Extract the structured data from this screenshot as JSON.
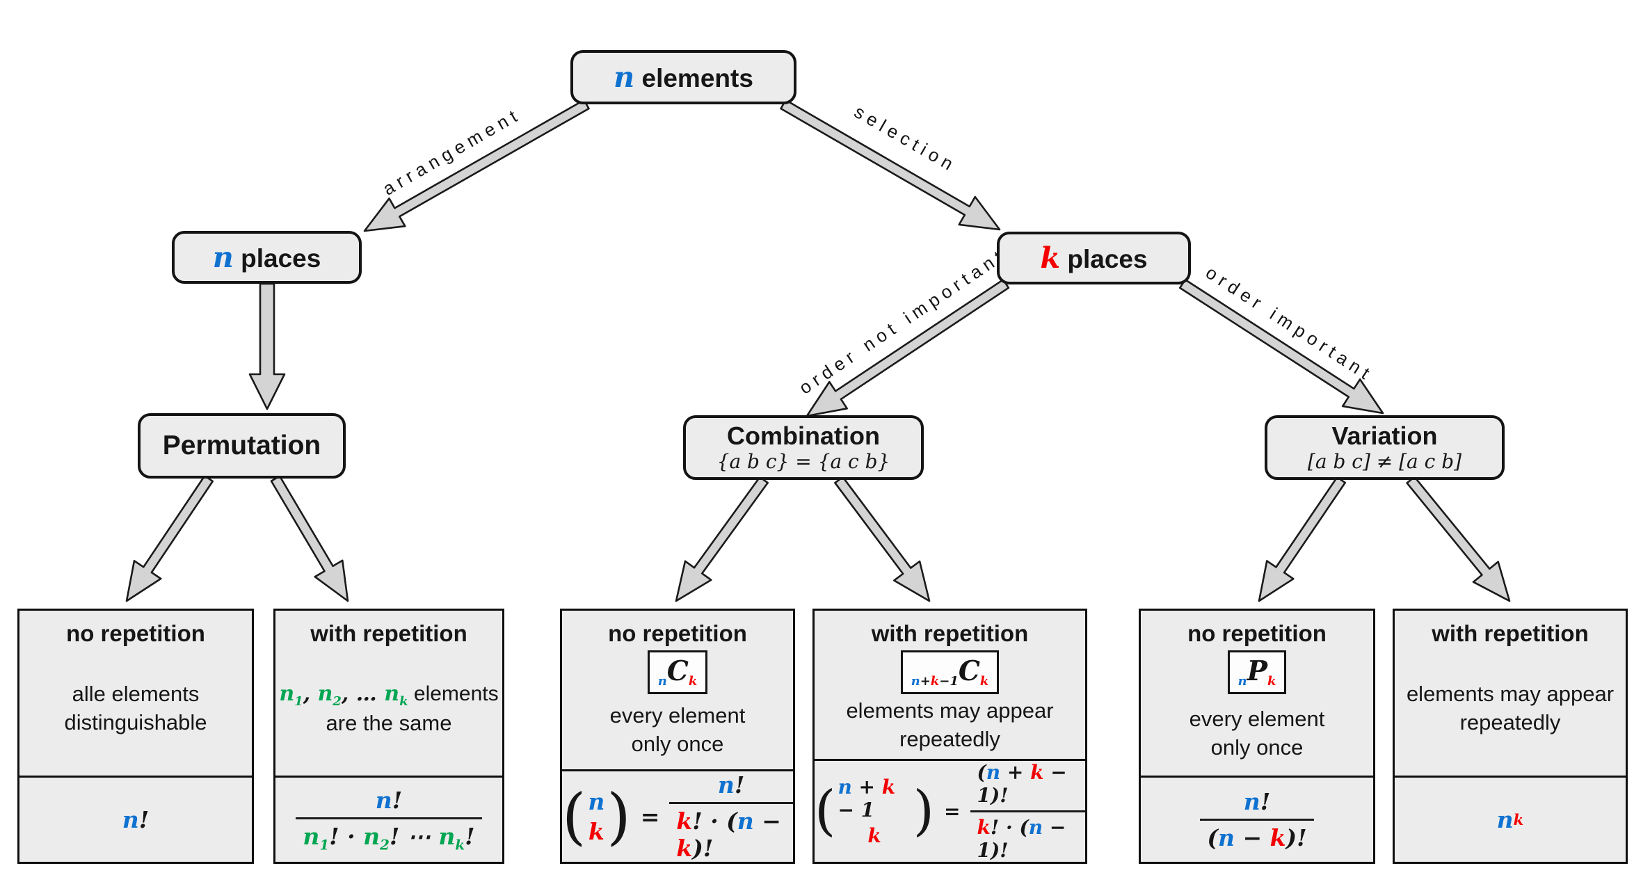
{
  "colors": {
    "accent_blue": "#0f72d0",
    "accent_red": "#f40000",
    "accent_green": "#00a651",
    "node_fill": "#ececec",
    "arrow_fill": "#d4d4d4"
  },
  "nodes": {
    "root": {
      "var": "n",
      "rest": " elements"
    },
    "n_places": {
      "var": "n",
      "rest": " places"
    },
    "k_places": {
      "var": "k",
      "rest": " places"
    },
    "permutation": {
      "title": "Permutation"
    },
    "combination": {
      "title": "Combination",
      "subtitle": "{a b c} = {a c b}"
    },
    "variation": {
      "title": "Variation",
      "subtitle": "[a b c] ≠ [a c b]"
    }
  },
  "edge_labels": {
    "arrangement": "arrangement",
    "selection": "selection",
    "order_not_important": "order not important",
    "order_important": "order important"
  },
  "leaves": [
    {
      "header": "no repetition",
      "body1": "alle elements",
      "body2": "distinguishable",
      "formula": [
        [
          "n",
          "blue"
        ],
        [
          "!",
          "black"
        ]
      ]
    },
    {
      "header": "with repetition",
      "body1_tokens": [
        [
          "n",
          "green"
        ],
        [
          "1",
          "green",
          "sub"
        ],
        [
          ", ",
          "black"
        ],
        [
          "n",
          "green"
        ],
        [
          "2",
          "green",
          "sub"
        ],
        [
          ", … ",
          "black"
        ],
        [
          "n",
          "green"
        ],
        [
          "k",
          "green",
          "sub"
        ],
        [
          " elements",
          null,
          "txt"
        ]
      ],
      "body2": "are the same",
      "frac": {
        "num": [
          [
            "n",
            "blue"
          ],
          [
            "!",
            "black"
          ]
        ],
        "den": [
          [
            "n",
            "green"
          ],
          [
            "1",
            "green",
            "sub"
          ],
          [
            "! · ",
            "black"
          ],
          [
            "n",
            "green"
          ],
          [
            "2",
            "green",
            "sub"
          ],
          [
            "! ⋯ ",
            "black"
          ],
          [
            "n",
            "green"
          ],
          [
            "k",
            "green",
            "sub"
          ],
          [
            "!",
            "black"
          ]
        ]
      }
    },
    {
      "header": "no repetition",
      "badge": [
        [
          "n",
          "blue",
          "sub"
        ],
        [
          "C",
          "black",
          "big"
        ],
        [
          "k",
          "red",
          "sub"
        ]
      ],
      "body1": "every element",
      "body2": "only once",
      "binom": {
        "top": [
          [
            "n",
            "blue"
          ]
        ],
        "bottom": [
          [
            "k",
            "red"
          ]
        ],
        "eq": "=",
        "num": [
          [
            "n",
            "blue"
          ],
          [
            "!",
            "black"
          ]
        ],
        "den": [
          [
            "k",
            "red"
          ],
          [
            "! · (",
            "black"
          ],
          [
            "n",
            "blue"
          ],
          [
            " − ",
            "black"
          ],
          [
            "k",
            "red"
          ],
          [
            ")!",
            "black"
          ]
        ]
      }
    },
    {
      "header": "with repetition",
      "badge": [
        [
          "n",
          "blue",
          "sub"
        ],
        [
          "+",
          "black",
          "sub"
        ],
        [
          "k",
          "red",
          "sub"
        ],
        [
          "−1",
          "black",
          "sub"
        ],
        [
          "C",
          "black",
          "big"
        ],
        [
          "k",
          "red",
          "sub"
        ]
      ],
      "body1": "elements may appear",
      "body2": "repeatedly",
      "binom": {
        "top": [
          [
            "n",
            "blue"
          ],
          [
            " + ",
            "black"
          ],
          [
            "k",
            "red"
          ],
          [
            " − 1",
            "black"
          ]
        ],
        "bottom": [
          [
            "k",
            "red"
          ]
        ],
        "eq": "=",
        "num": [
          [
            "(",
            "black"
          ],
          [
            "n",
            "blue"
          ],
          [
            " + ",
            "black"
          ],
          [
            "k",
            "red"
          ],
          [
            " − 1",
            "black"
          ],
          [
            ")!",
            "black"
          ]
        ],
        "den": [
          [
            "k",
            "red"
          ],
          [
            "! · (",
            "black"
          ],
          [
            "n",
            "blue"
          ],
          [
            " − 1",
            "black"
          ],
          [
            ")!",
            "black"
          ]
        ]
      }
    },
    {
      "header": "no repetition",
      "badge": [
        [
          "n",
          "blue",
          "sub"
        ],
        [
          "P",
          "black",
          "big"
        ],
        [
          "k",
          "red",
          "sub"
        ]
      ],
      "body1": "every element",
      "body2": "only once",
      "frac": {
        "num": [
          [
            "n",
            "blue"
          ],
          [
            "!",
            "black"
          ]
        ],
        "den": [
          [
            "(",
            "black"
          ],
          [
            "n",
            "blue"
          ],
          [
            " − ",
            "black"
          ],
          [
            "k",
            "red"
          ],
          [
            ")!",
            "black"
          ]
        ]
      }
    },
    {
      "header": "with repetition",
      "body1": "elements may appear",
      "body2": "repeatedly",
      "formula": [
        [
          "n",
          "blue"
        ],
        [
          "k",
          "red",
          "sup"
        ]
      ]
    }
  ]
}
